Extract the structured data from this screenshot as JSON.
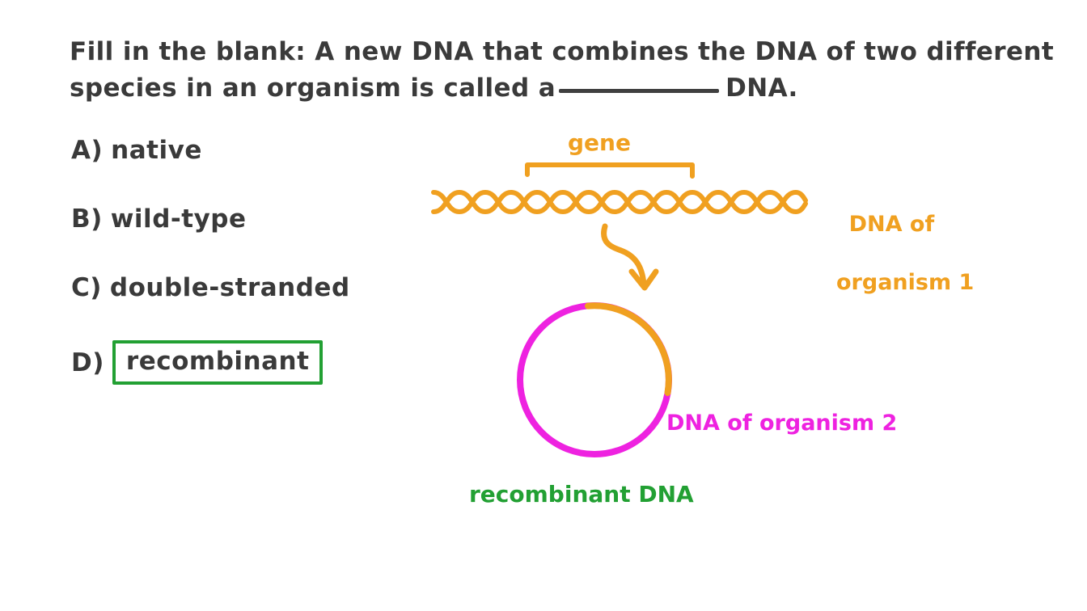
{
  "question": {
    "line1_before_blank": "Fill in the blank: A new DNA that combines the DNA of two different",
    "line2_before_blank": "species in an organism is called a",
    "line2_after_blank": "DNA."
  },
  "options": [
    {
      "letter": "A)",
      "text": "native",
      "highlighted": false
    },
    {
      "letter": "B)",
      "text": "wild-type",
      "highlighted": false
    },
    {
      "letter": "C)",
      "text": "double-stranded",
      "highlighted": false
    },
    {
      "letter": "D)",
      "text": "recombinant",
      "highlighted": true
    }
  ],
  "diagram": {
    "gene_label": "gene",
    "organism1_label_line1": "DNA of",
    "organism1_label_line2": "organism 1",
    "organism2_label": "DNA of organism 2",
    "recombinant_caption": "recombinant DNA"
  },
  "colors": {
    "ink": "#3a3a3a",
    "orange": "#f0a020",
    "magenta": "#ee22e0",
    "green": "#22a033",
    "background": "#ffffff"
  }
}
